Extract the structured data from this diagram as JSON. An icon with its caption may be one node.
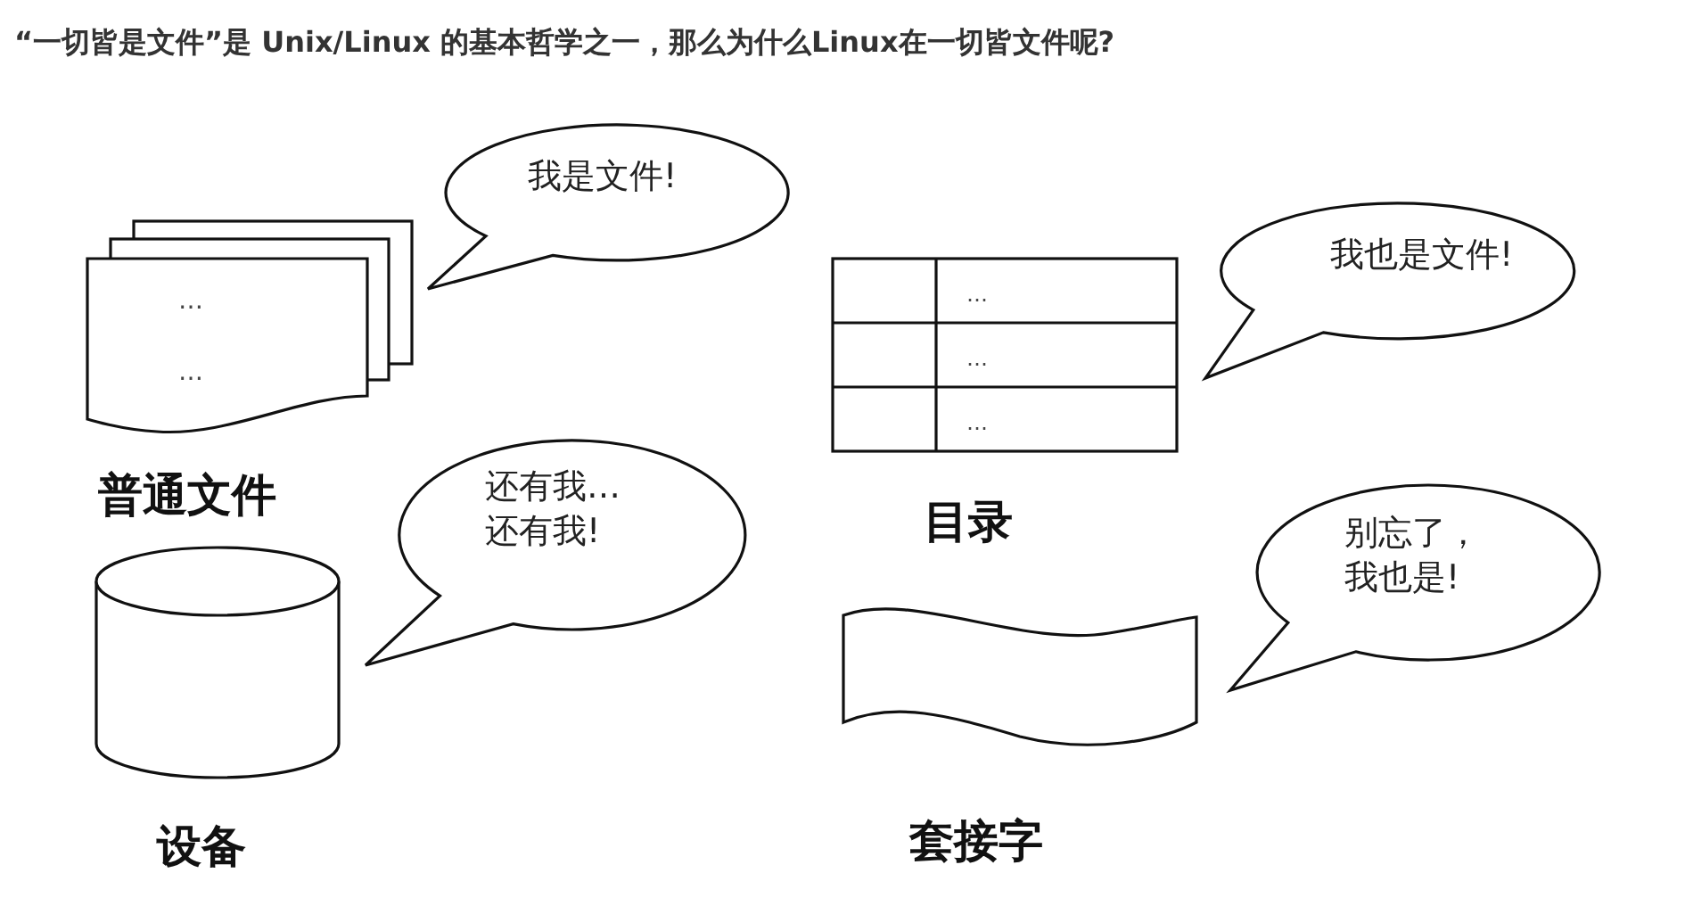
{
  "diagram": {
    "title": "“一切皆是文件”是 Unix/Linux 的基本哲学之一，那么为什么Linux在一切皆文件呢?",
    "nodes": [
      {
        "text": [
          "…",
          "…",
          "普通文件"
        ]
      },
      {
        "text": [
          "我是文件!"
        ]
      },
      {
        "text": [
          "还有我…还有我!"
        ]
      },
      {
        "text": [
          "设备"
        ]
      },
      {
        "text": [
          "…",
          "…",
          "…",
          "目录"
        ]
      },
      {
        "text": [
          "我也是文件!"
        ]
      },
      {
        "text": [
          "别忘了，我也是!"
        ]
      },
      {
        "text": [
          "套接字"
        ]
      }
    ]
  }
}
